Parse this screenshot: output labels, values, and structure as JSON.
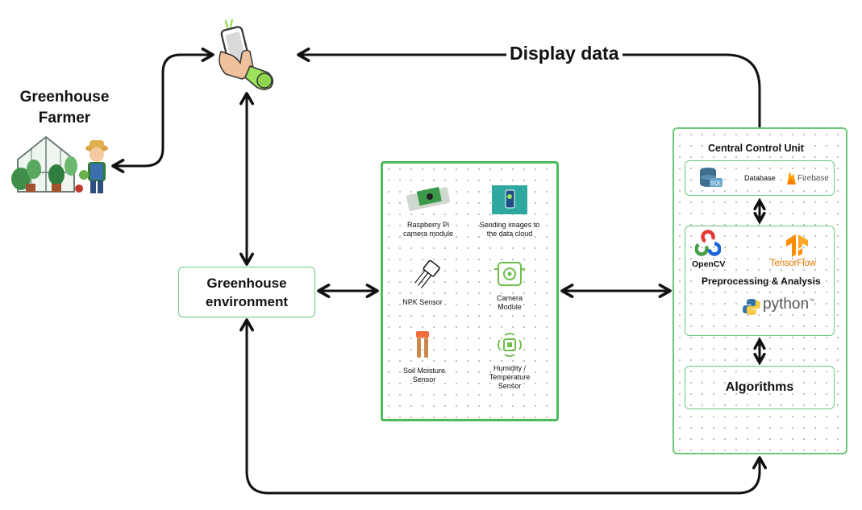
{
  "farmer": {
    "title_line1": "Greenhouse",
    "title_line2": "Farmer"
  },
  "flow": {
    "display_label": "Display data"
  },
  "environment": {
    "line1": "Greenhouse",
    "line2": "environment"
  },
  "sensors": {
    "items": [
      {
        "line1": "Raspberry Pi",
        "line2": "camera module",
        "line3": ""
      },
      {
        "line1": "Sending images to",
        "line2": "the data cloud",
        "line3": ""
      },
      {
        "line1": "NPK Sensor",
        "line2": "",
        "line3": ""
      },
      {
        "line1": "Camera",
        "line2": "Module",
        "line3": ""
      },
      {
        "line1": "Soil Moisture",
        "line2": "Sensor",
        "line3": ""
      },
      {
        "line1": "Humidity /",
        "line2": "Temperature",
        "line3": "Sensor"
      }
    ]
  },
  "ccu": {
    "title": "Central Control Unit",
    "database_label": "Database",
    "sql_label": "SQL",
    "firebase_label": "Firebase",
    "opencv_label": "OpenCV",
    "tensorflow_label": "TensorFlow",
    "python_label": "python",
    "python_tm": "™",
    "preprocessing_label": "Preprocessing & Analysis",
    "algorithms_label": "Algorithms"
  },
  "colors": {
    "accent_green": "#4cbb5c",
    "light_green": "#9be35a",
    "opencv_red": "#e53935",
    "opencv_green": "#43a047",
    "opencv_blue": "#1e63d6",
    "tensorflow_orange": "#ff8f00",
    "python_blue": "#3572a5",
    "python_yellow": "#f7c948"
  }
}
